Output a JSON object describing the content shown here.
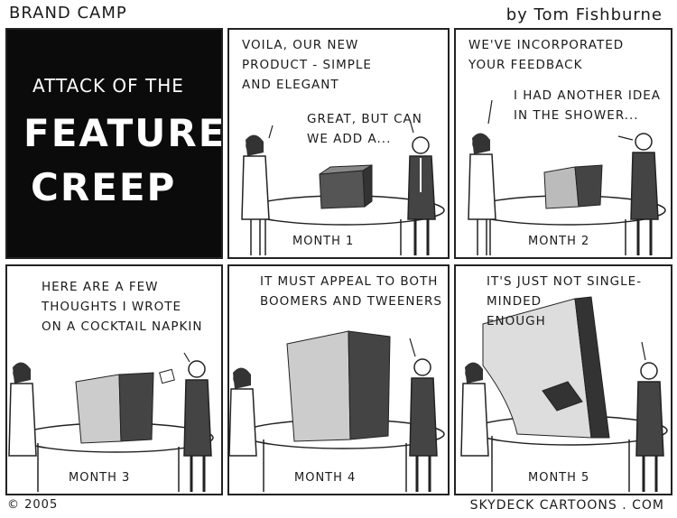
{
  "header": {
    "series_title": "BRAND CAMP",
    "byline": "by Tom Fishburne"
  },
  "title_panel": {
    "line1": "ATTACK OF THE",
    "line2": "FEATURE",
    "line3": "CREEP"
  },
  "panels": [
    {
      "bubble_a": "VOILA, OUR NEW\nPRODUCT - SIMPLE\nAND ELEGANT",
      "bubble_b": "GREAT, BUT CAN\nWE ADD A...",
      "caption": "MONTH 1"
    },
    {
      "bubble_a": "WE'VE INCORPORATED\nYOUR FEEDBACK",
      "bubble_b": "I HAD ANOTHER IDEA\nIN THE SHOWER...",
      "caption": "MONTH 2"
    },
    {
      "bubble_a": "HERE ARE A FEW\nTHOUGHTS I WROTE\nON A COCKTAIL NAPKIN",
      "caption": "MONTH 3"
    },
    {
      "bubble_a": "IT MUST APPEAL TO BOTH\nBOOMERS AND TWEENERS",
      "caption": "MONTH 4"
    },
    {
      "bubble_a": "IT'S JUST NOT SINGLE-\nMINDED\nENOUGH",
      "caption": "MONTH 5"
    }
  ],
  "footer": {
    "copyright": "© 2005",
    "website": "SKYDECK CARTOONS . COM"
  }
}
